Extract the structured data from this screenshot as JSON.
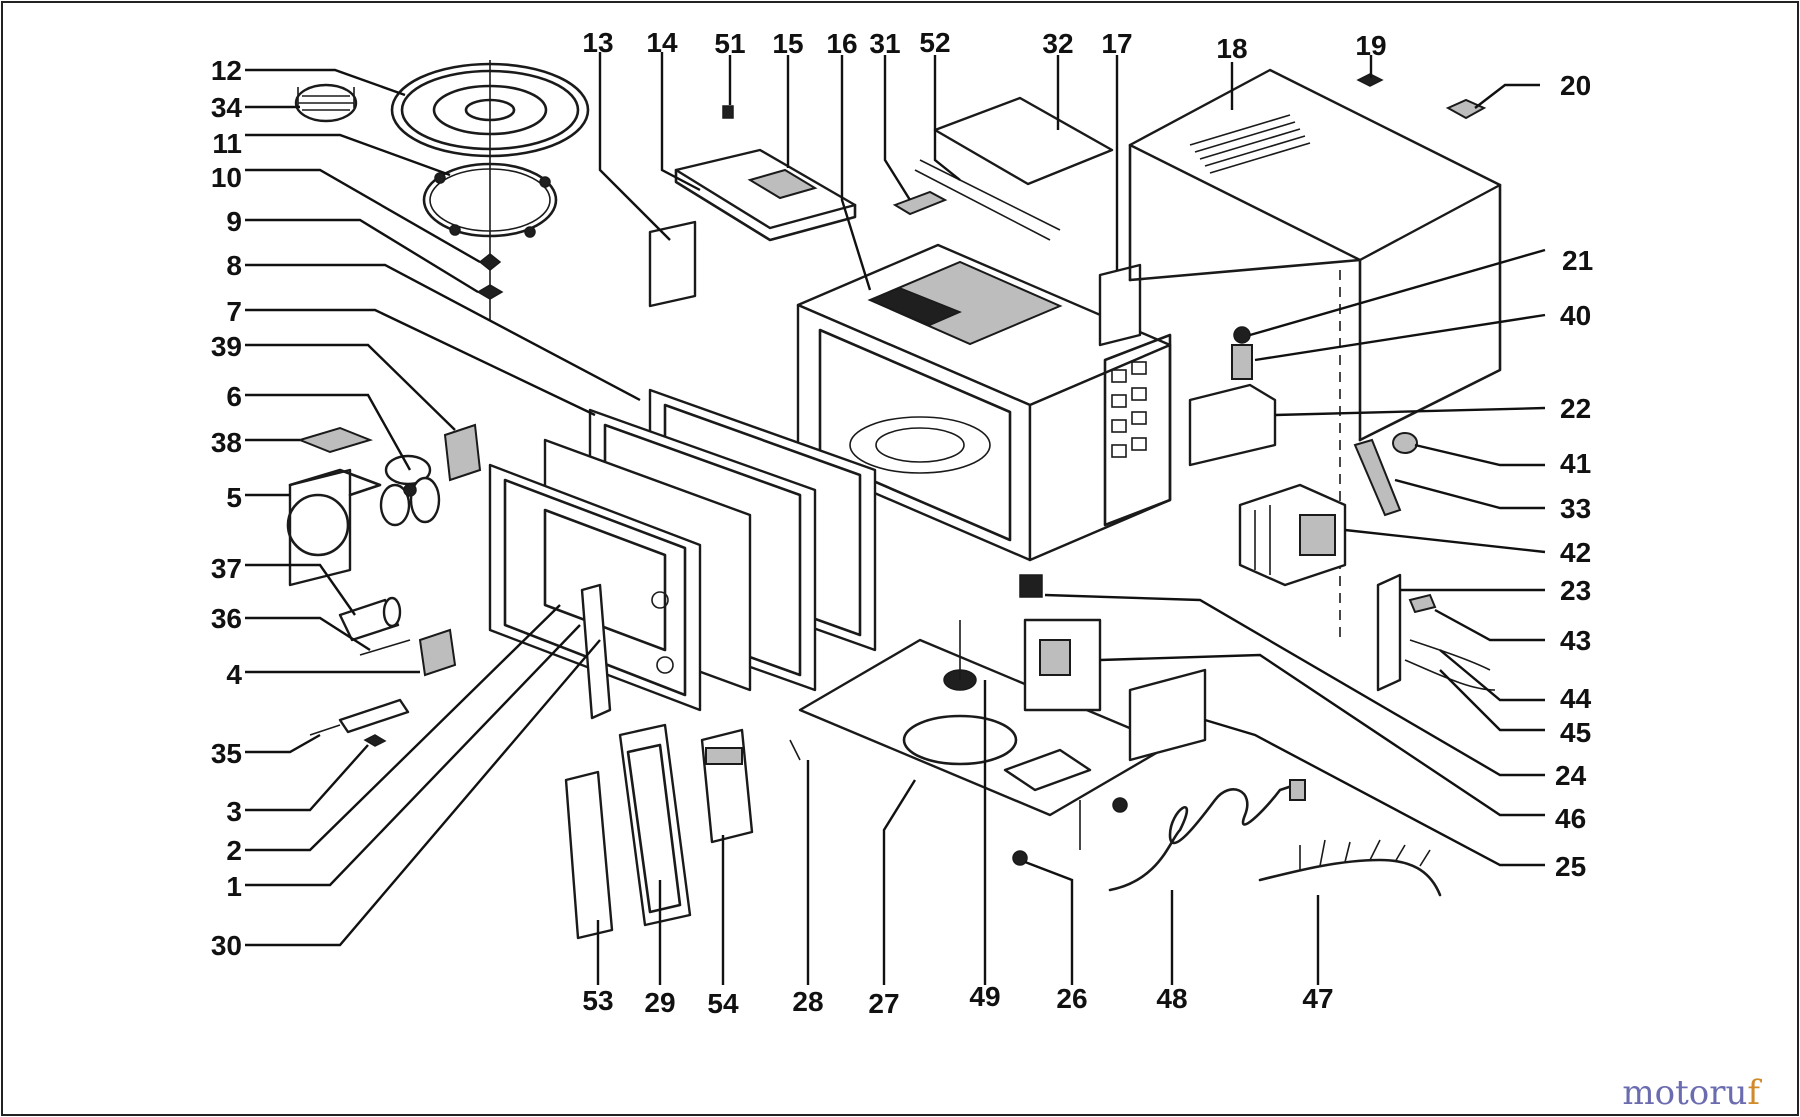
{
  "brand": {
    "part_a": "motoru",
    "part_b": "f"
  },
  "callouts": [
    {
      "id": "12"
    },
    {
      "id": "34"
    },
    {
      "id": "11"
    },
    {
      "id": "10"
    },
    {
      "id": "9"
    },
    {
      "id": "8"
    },
    {
      "id": "7"
    },
    {
      "id": "39"
    },
    {
      "id": "6"
    },
    {
      "id": "38"
    },
    {
      "id": "5"
    },
    {
      "id": "37"
    },
    {
      "id": "36"
    },
    {
      "id": "4"
    },
    {
      "id": "35"
    },
    {
      "id": "3"
    },
    {
      "id": "2"
    },
    {
      "id": "1"
    },
    {
      "id": "30"
    },
    {
      "id": "13"
    },
    {
      "id": "14"
    },
    {
      "id": "51"
    },
    {
      "id": "15"
    },
    {
      "id": "16"
    },
    {
      "id": "31"
    },
    {
      "id": "52"
    },
    {
      "id": "32"
    },
    {
      "id": "17"
    },
    {
      "id": "18"
    },
    {
      "id": "19"
    },
    {
      "id": "20"
    },
    {
      "id": "21"
    },
    {
      "id": "40"
    },
    {
      "id": "22"
    },
    {
      "id": "41"
    },
    {
      "id": "33"
    },
    {
      "id": "42"
    },
    {
      "id": "23"
    },
    {
      "id": "43"
    },
    {
      "id": "44"
    },
    {
      "id": "45"
    },
    {
      "id": "24"
    },
    {
      "id": "46"
    },
    {
      "id": "25"
    },
    {
      "id": "53"
    },
    {
      "id": "29"
    },
    {
      "id": "54"
    },
    {
      "id": "28"
    },
    {
      "id": "27"
    },
    {
      "id": "49"
    },
    {
      "id": "26"
    },
    {
      "id": "48"
    },
    {
      "id": "47"
    }
  ],
  "colors": {
    "ink": "#111111",
    "brand_a": "#6b6bb0",
    "brand_b": "#d08a2a"
  }
}
